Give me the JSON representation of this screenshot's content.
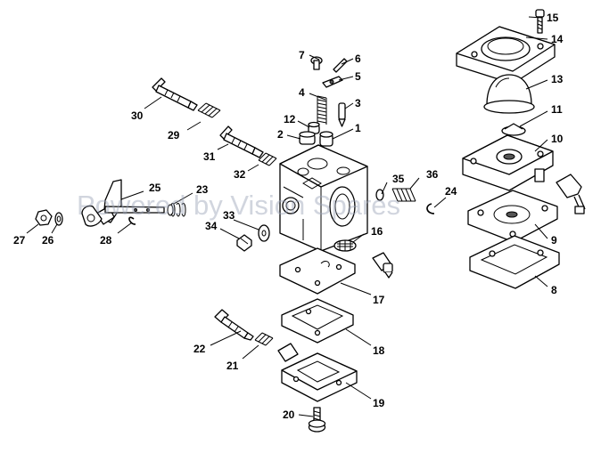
{
  "watermark": "Powered by Vision Spares",
  "labels": {
    "p1": "1",
    "p2": "2",
    "p3": "3",
    "p4": "4",
    "p5": "5",
    "p6": "6",
    "p7": "7",
    "p8": "8",
    "p9": "9",
    "p10": "10",
    "p11": "11",
    "p12": "12",
    "p13": "13",
    "p14": "14",
    "p15": "15",
    "p16": "16",
    "p17": "17",
    "p18": "18",
    "p19": "19",
    "p20": "20",
    "p21": "21",
    "p22": "22",
    "p23": "23",
    "p24": "24",
    "p25": "25",
    "p26": "26",
    "p27": "27",
    "p28": "28",
    "p29": "29",
    "p30": "30",
    "p31": "31",
    "p32": "32",
    "p33": "33",
    "p34": "34",
    "p35": "35",
    "p36": "36"
  }
}
